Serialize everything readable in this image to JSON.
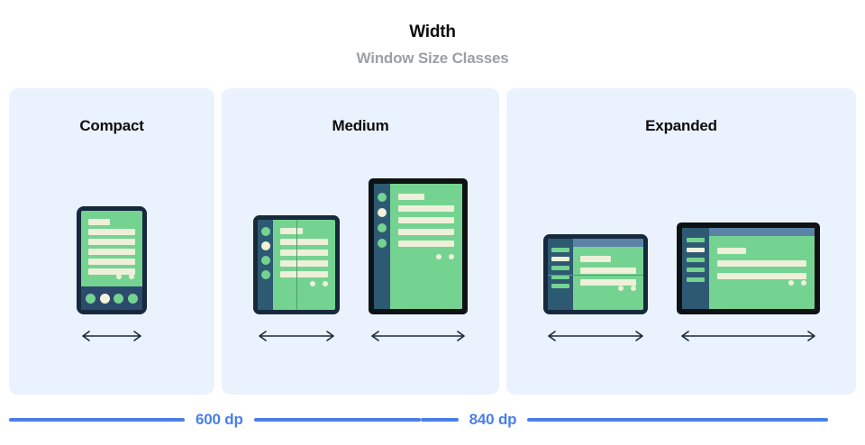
{
  "header": {
    "title": "Width",
    "subtitle": "Window Size Classes"
  },
  "panels": [
    {
      "id": "compact",
      "title": "Compact",
      "devices": [
        {
          "id": "phone",
          "type": "phone-portrait",
          "label": "phone"
        }
      ]
    },
    {
      "id": "medium",
      "title": "Medium",
      "devices": [
        {
          "id": "foldable-portrait",
          "type": "foldable-portrait",
          "label": "foldable unfolded portrait"
        },
        {
          "id": "tablet-portrait",
          "type": "tablet-portrait",
          "label": "tablet portrait"
        }
      ]
    },
    {
      "id": "expanded",
      "title": "Expanded",
      "devices": [
        {
          "id": "foldable-landscape",
          "type": "foldable-landscape",
          "label": "foldable unfolded landscape"
        },
        {
          "id": "tablet-landscape",
          "type": "tablet-landscape",
          "label": "tablet landscape"
        }
      ]
    }
  ],
  "measurements": [
    {
      "id": "breakpoint-600",
      "label": "600 dp"
    },
    {
      "id": "breakpoint-840",
      "label": "840 dp"
    }
  ],
  "colors": {
    "panel_background": "#eaf2fd",
    "page_background": "#ffffff",
    "title_text": "#0d0d0d",
    "subtitle_text": "#9aa0a6",
    "accent_blue": "#4a7fe8",
    "device_bezel_navy": "#16293d",
    "device_bezel_black": "#0f1214",
    "screen_green": "#75d391",
    "screen_line_cream": "#eef0d9",
    "nav_rail_blue": "#2d5a72",
    "topbar_blue": "#5a83a7",
    "arrow_navy": "#16293d"
  },
  "icons": {
    "width_arrow": "double-headed-horizontal-arrow"
  }
}
